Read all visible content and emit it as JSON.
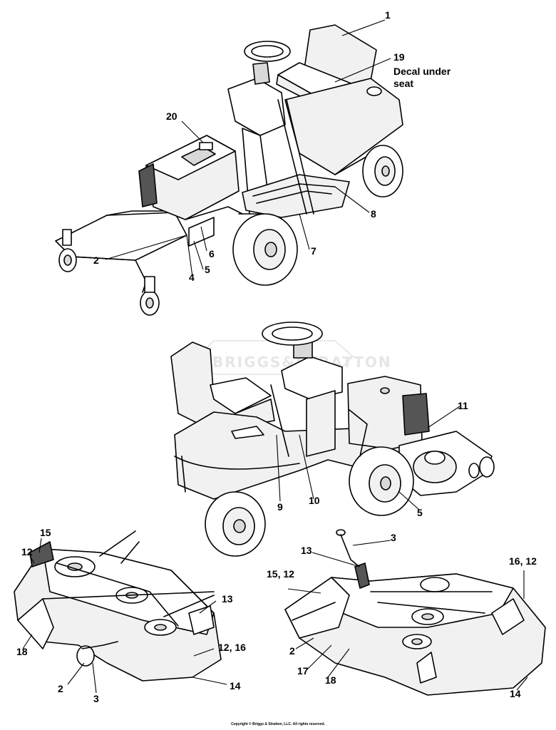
{
  "watermark": "BRIGGS&STRATTON",
  "note_19": "Decal under\nseat",
  "copyright": "Copyright © Briggs & Stratton, LLC. All rights reserved.",
  "callouts": {
    "c1": "1",
    "c19": "19",
    "c20": "20",
    "c2a": "2",
    "c6": "6",
    "c5a": "5",
    "c4": "4",
    "c7": "7",
    "c8": "8",
    "c11": "11",
    "c9": "9",
    "c10": "10",
    "c5b": "5",
    "c15": "15",
    "c12a": "12",
    "c13a": "13",
    "c12_16": "12, 16",
    "c18a": "18",
    "c2b": "2",
    "c3a": "3",
    "c14a": "14",
    "c3b": "3",
    "c13b": "13",
    "c15_12": "15, 12",
    "c16_12": "16, 12",
    "c2c": "2",
    "c17": "17",
    "c18b": "18",
    "c14b": "14"
  }
}
